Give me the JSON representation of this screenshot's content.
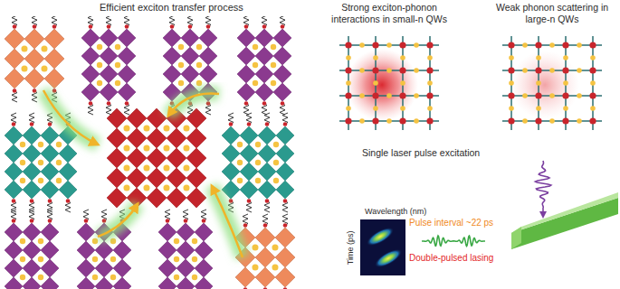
{
  "diagram": {
    "labels": [
      "Efficient exciton transfer process",
      "Strong exciton-phonon interactions in small-n QWs",
      "Weak phonon scattering in large-n QWs",
      "Single laser pulse excitation",
      "Wavelength (nm)",
      "Time (ps)",
      "Pulse interval ~22 ps",
      "Double-pulsed lasing"
    ]
  }
}
